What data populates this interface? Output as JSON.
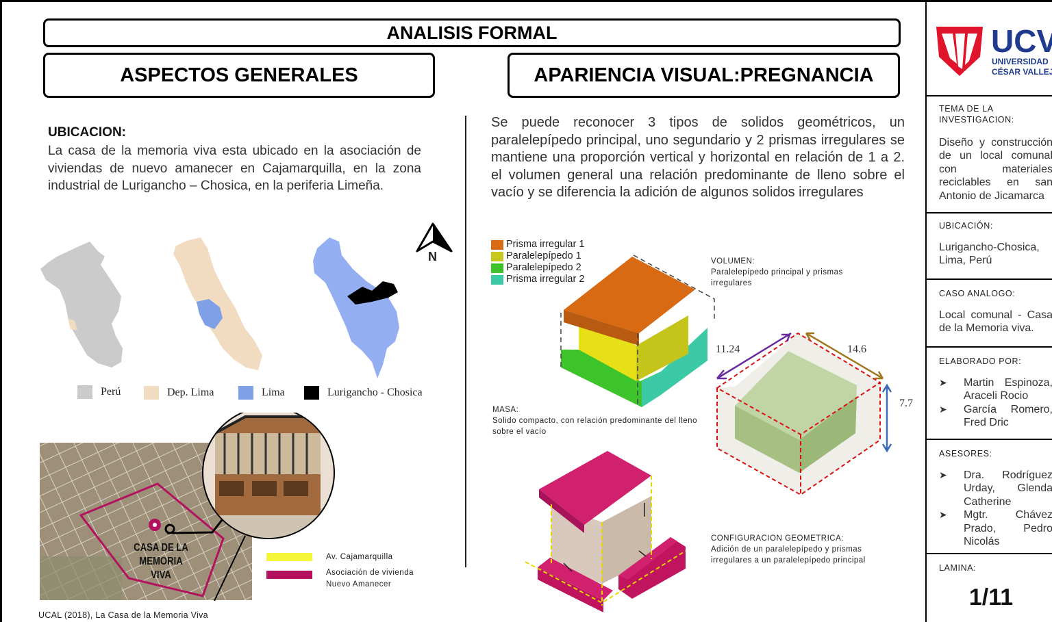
{
  "title": "ANALISIS FORMAL",
  "left": {
    "heading": "ASPECTOS GENERALES",
    "ubicacion_label": "UBICACION:",
    "ubicacion_text": "La casa de la memoria viva esta ubicado en la asociación de viviendas de nuevo amanecer en Cajamarquilla, en la zona industrial de Lurigancho – Chosica, en la periferia Limeña.",
    "north_label": "N",
    "map_legend": [
      {
        "label": "Perú",
        "color": "#cbcbcb"
      },
      {
        "label": "Dep. Lima",
        "color": "#f1dcc2"
      },
      {
        "label": "Lima",
        "color": "#7f9fe6"
      },
      {
        "label": "Lurigancho - Chosica",
        "color": "#000000"
      }
    ],
    "photo_label_line1": "CASA DE LA",
    "photo_label_line2": "MEMORIA VIVA",
    "sat_legend": [
      {
        "label": "Av. Cajamarquilla",
        "color": "#f5f53a"
      },
      {
        "label_line1": "Asociación de vivienda",
        "label_line2": "Nuevo Amanecer",
        "color": "#b3125e"
      }
    ],
    "caption": "UCAL (2018), La Casa de la Memoria Viva"
  },
  "right": {
    "heading": "APARIENCIA VISUAL:PREGNANCIA",
    "text": "Se puede reconocer 3 tipos de solidos geométricos, un paralelepípedo principal, uno segundario y 2 prismas irregulares se mantiene una proporción vertical y horizontal en relación de 1 a 2. el volumen general una relación predominante de lleno sobre el vacío y se diferencia la adición de algunos solidos irregulares",
    "solid_legend": [
      {
        "label": "Prisma irregular 1",
        "color": "#d86a14"
      },
      {
        "label": "Paralelepípedo 1",
        "color": "#c8c81c"
      },
      {
        "label": "Paralelepípedo 2",
        "color": "#3cc42a"
      },
      {
        "label": "Prisma irregular 2",
        "color": "#3cc9a6"
      }
    ],
    "volumen_label": "VOLUMEN:",
    "volumen_text": "Paralelepípedo principal y prismas irregulares",
    "masa_label": "MASA:",
    "masa_text": "Solido compacto, con relación predominante del lleno sobre el vacío",
    "config_label": "CONFIGURACION GEOMETRICA:",
    "config_text": "Adición de un paralelepípedo y prismas irregulares a un paralelepípedo principal",
    "dims": {
      "a": "11.24",
      "b": "14.6",
      "c": "7.7"
    }
  },
  "sidebar": {
    "logo_brand": "UCV",
    "logo_line1": "UNIVERSIDAD",
    "logo_line2": "CÉSAR VALLEJO",
    "tema_label_1": "TEMA DE LA",
    "tema_label_2": "INVESTIGACION:",
    "tema_text": "Diseño y construcción de un local comunal con materiales reciclables en san Antonio de Jicamarca",
    "ubicacion_label": "UBICACIÓN:",
    "ubicacion_text": "Lurigancho-Chosica, Lima, Perú",
    "caso_label": "CASO ANALOGO:",
    "caso_text": "Local comunal - Casa de la Memoria viva.",
    "elaborado_label": "ELABORADO POR:",
    "elaborado": [
      "Martin Espinoza, Araceli Rocio",
      "García Romero, Fred Dric"
    ],
    "asesores_label": "ASESORES:",
    "asesores": [
      "Dra. Rodríguez Urday, Glenda Catherine",
      "Mgtr. Chávez Prado, Pedro Nicolás"
    ],
    "lamina_label": "LAMINA:",
    "lamina_value": "1/11"
  }
}
